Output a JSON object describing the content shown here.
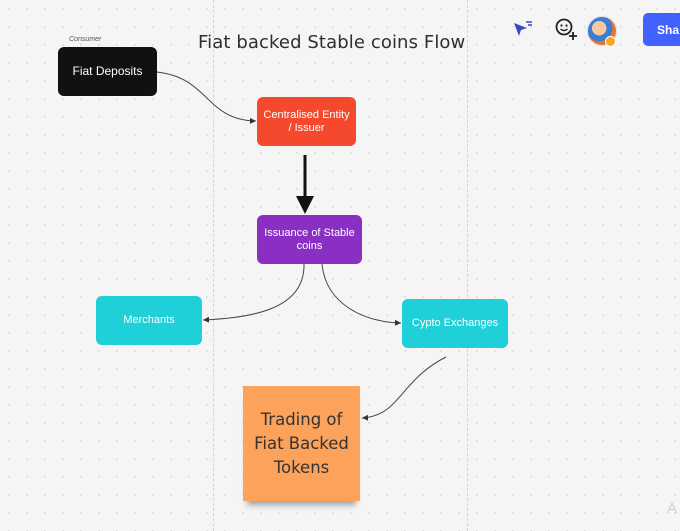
{
  "board": {
    "title": "Fiat backed Stable coins Flow",
    "note_label": "Consumer"
  },
  "nodes": {
    "fiat_deposits": "Fiat Deposits",
    "central_issuer": "Centralised Entity / Issuer",
    "issuance": "Issuance of Stable coins",
    "merchants": "Merchants",
    "exchanges": "Cypto Exchanges"
  },
  "sticky": {
    "text": "Trading of\nFiat Backed\nTokens"
  },
  "toolbar": {
    "share_label": "Sha",
    "icons": [
      "cursor-select-icon",
      "add-reaction-icon",
      "user-avatar"
    ]
  },
  "corner_text": "A",
  "colors": {
    "fiat": "#111111",
    "issuer": "#f4492d",
    "issuance": "#8a2fc4",
    "cyan": "#20d0d8",
    "sticky": "#fda25b",
    "share": "#4262ff"
  }
}
